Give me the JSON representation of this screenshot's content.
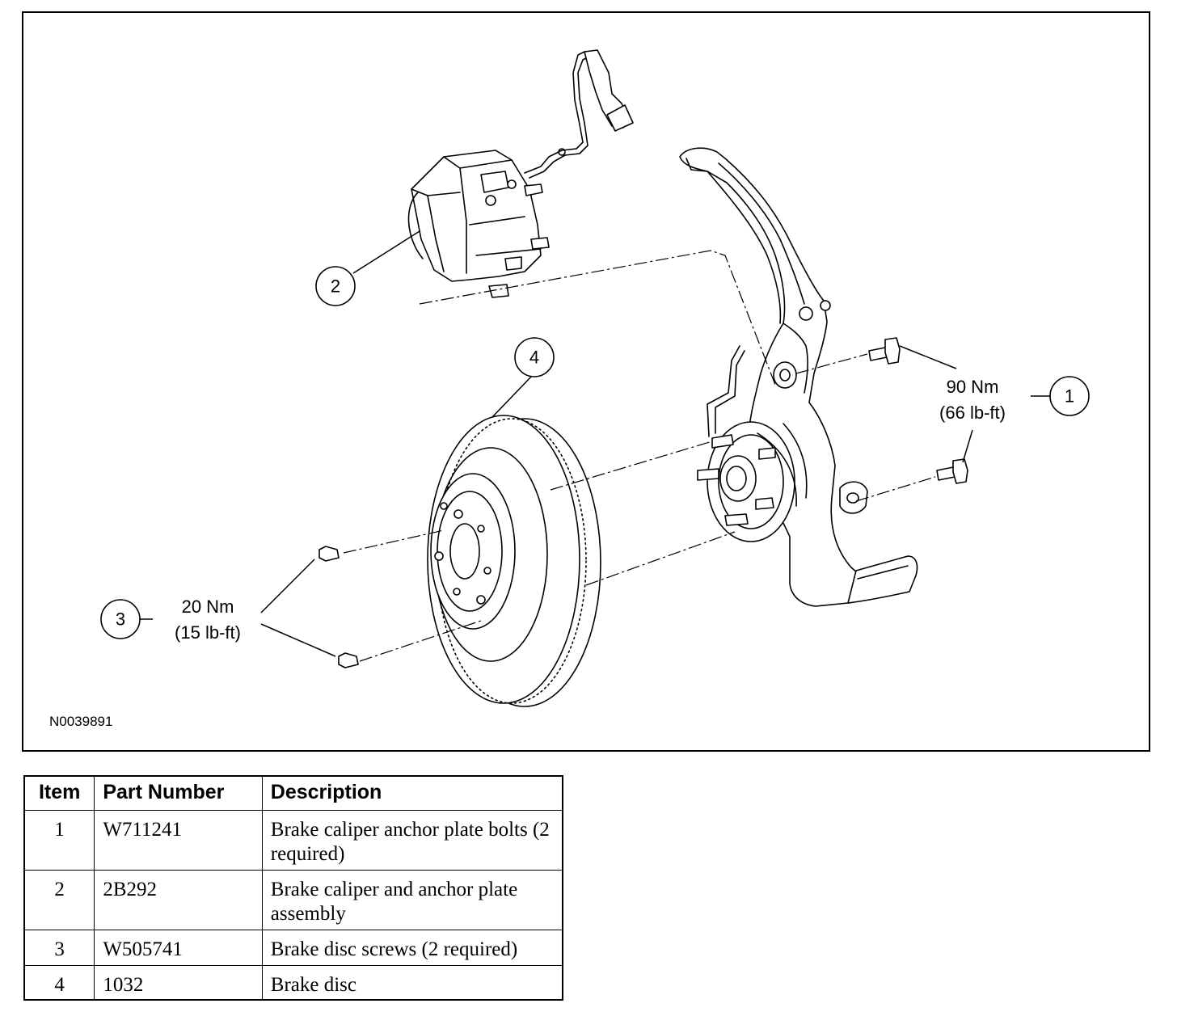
{
  "figure": {
    "id": "N0039891",
    "callouts": [
      {
        "number": "1",
        "torque_nm": "90 Nm",
        "torque_lbft": "(66 lb-ft)"
      },
      {
        "number": "2"
      },
      {
        "number": "3",
        "torque_nm": "20 Nm",
        "torque_lbft": "(15 lb-ft)"
      },
      {
        "number": "4"
      }
    ]
  },
  "table": {
    "headers": [
      "Item",
      "Part Number",
      "Description"
    ],
    "rows": [
      {
        "item": "1",
        "part_number": "W711241",
        "description": "Brake caliper anchor plate bolts (2 required)"
      },
      {
        "item": "2",
        "part_number": "2B292",
        "description": "Brake caliper and anchor plate assembly"
      },
      {
        "item": "3",
        "part_number": "W505741",
        "description": "Brake disc screws (2 required)"
      },
      {
        "item": "4",
        "part_number": "1032",
        "description": "Brake disc"
      }
    ]
  }
}
